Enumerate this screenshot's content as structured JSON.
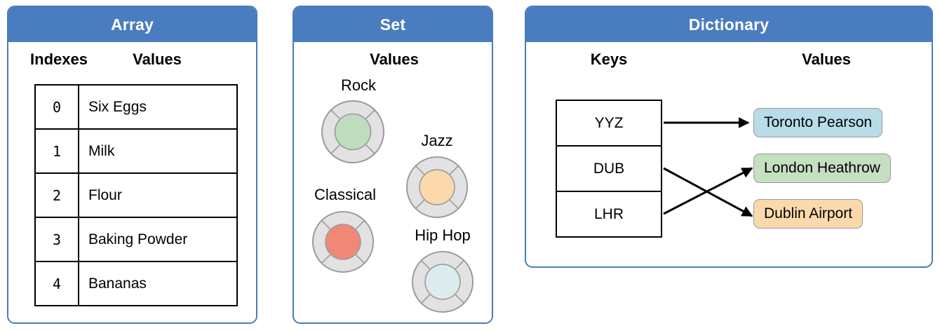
{
  "panels": {
    "array": {
      "title": "Array",
      "headers": {
        "left": "Indexes",
        "right": "Values"
      },
      "rows": [
        {
          "index": "0",
          "value": "Six Eggs"
        },
        {
          "index": "1",
          "value": "Milk"
        },
        {
          "index": "2",
          "value": "Flour"
        },
        {
          "index": "3",
          "value": "Baking Powder"
        },
        {
          "index": "4",
          "value": "Bananas"
        }
      ]
    },
    "set": {
      "title": "Set",
      "header": "Values",
      "items": [
        {
          "label": "Rock",
          "icon": "vinyl-record-icon",
          "color": "#bfdcbf"
        },
        {
          "label": "Jazz",
          "icon": "vinyl-record-icon",
          "color": "#fbd9ac"
        },
        {
          "label": "Classical",
          "icon": "vinyl-record-icon",
          "color": "#f08878"
        },
        {
          "label": "Hip Hop",
          "icon": "vinyl-record-icon",
          "color": "#dcecec"
        }
      ]
    },
    "dictionary": {
      "title": "Dictionary",
      "headers": {
        "left": "Keys",
        "right": "Values"
      },
      "keys": [
        "YYZ",
        "DUB",
        "LHR"
      ],
      "values": [
        {
          "label": "Toronto Pearson",
          "color": "#b8dce8"
        },
        {
          "label": "London Heathrow",
          "color": "#c5dfc1"
        },
        {
          "label": "Dublin Airport",
          "color": "#fbd9ac"
        }
      ],
      "mappings": [
        {
          "from": "YYZ",
          "to": "Toronto Pearson"
        },
        {
          "from": "DUB",
          "to": "Dublin Airport"
        },
        {
          "from": "LHR",
          "to": "London Heathrow"
        }
      ]
    }
  },
  "colors": {
    "header_blue": "#4a7cc0",
    "border_black": "#000000",
    "disc_ring": "#e2e2e2",
    "disc_stroke": "#9a9a9a"
  }
}
